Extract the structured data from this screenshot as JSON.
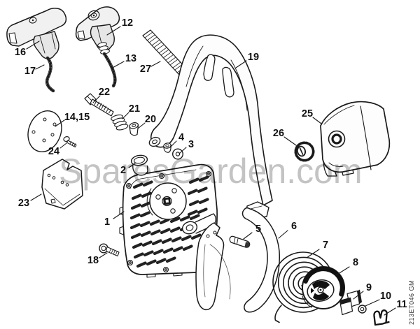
{
  "diagram": {
    "watermark": "SparesGarden.com",
    "code": "213ET046 GM",
    "parts": [
      "1",
      "2",
      "3",
      "4",
      "5",
      "6",
      "7",
      "8",
      "9",
      "10",
      "11",
      "12",
      "13",
      "14,15",
      "16",
      "17",
      "18",
      "19",
      "20",
      "21",
      "22",
      "23",
      "24",
      "25",
      "26",
      "27"
    ]
  }
}
